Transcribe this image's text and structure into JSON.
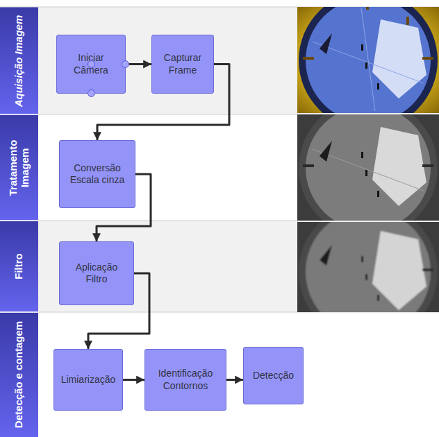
{
  "diagram": {
    "nodes": [
      {
        "text": [
          "Aquisição Imagem"
        ]
      },
      {
        "text": [
          "Iniciar Câmera"
        ],
        "in": 0
      },
      {
        "text": [
          "Capturar Frame"
        ],
        "in": 0
      },
      {
        "text": [
          "Tratamento Imagem"
        ]
      },
      {
        "text": [
          "Conversão Escala cinza"
        ],
        "in": 3
      },
      {
        "text": [
          "Filtro"
        ]
      },
      {
        "text": [
          "Aplicação Filtro"
        ],
        "in": 5
      },
      {
        "text": [
          "Detecção e contagem"
        ]
      },
      {
        "text": [
          "Limiarização"
        ],
        "in": 7
      },
      {
        "text": [
          "Identificação Contornos"
        ],
        "in": 7
      },
      {
        "text": [
          "Detecção"
        ],
        "in": 7
      }
    ],
    "edges": [
      {
        "from": 1,
        "to": 2,
        "arrow": "to"
      },
      {
        "from": 2,
        "to": 4,
        "arrow": "to"
      },
      {
        "from": 4,
        "to": 6,
        "arrow": "to"
      },
      {
        "from": 6,
        "to": 8,
        "arrow": "to"
      },
      {
        "from": 8,
        "to": 9,
        "arrow": "to"
      },
      {
        "from": 9,
        "to": 10,
        "arrow": "to"
      }
    ]
  }
}
